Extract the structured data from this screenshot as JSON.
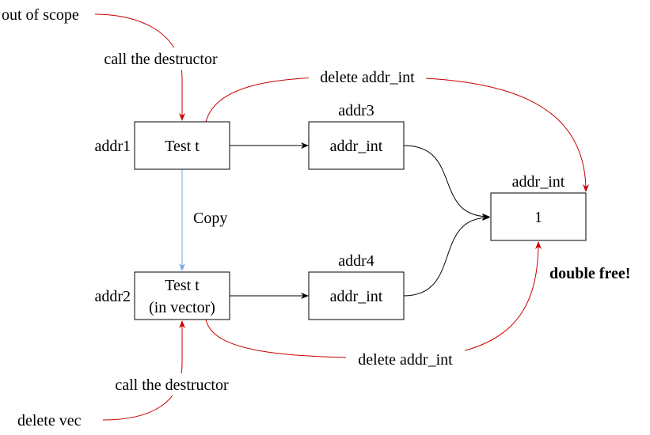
{
  "nodes": {
    "box_test_t": {
      "label": "Test t",
      "side_label": "addr1"
    },
    "box_test_t_vector": {
      "line1": "Test t",
      "line2": "(in vector)",
      "side_label": "addr2"
    },
    "box_addr_int_top": {
      "label": "addr_int",
      "top_label": "addr3"
    },
    "box_addr_int_bottom": {
      "label": "addr_int",
      "top_label": "addr4"
    },
    "box_value": {
      "label": "1",
      "top_label": "addr_int"
    }
  },
  "labels": {
    "out_of_scope": "out of scope",
    "call_destructor_top": "call the destructor",
    "delete_top": "delete addr_int",
    "copy": "Copy",
    "double_free": "double free!",
    "delete_bottom": "delete addr_int",
    "call_destructor_bottom": "call the destructor",
    "delete_vec": "delete vec"
  },
  "colors": {
    "red": "#cc0000",
    "blue": "#7ea6e0",
    "black": "#000000"
  }
}
